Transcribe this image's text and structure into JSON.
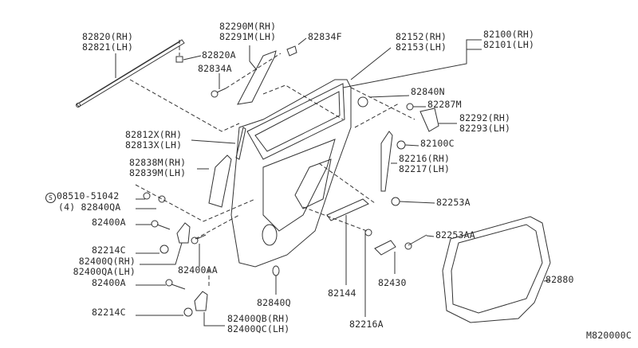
{
  "diagram_code": "M820000C",
  "parts": {
    "p82820": {
      "rh": "82820(RH)",
      "lh": "82821(LH)"
    },
    "p82290": {
      "rh": "82290M(RH)",
      "lh": "82291M(LH)"
    },
    "p82834F": "82834F",
    "p82820A": "82820A",
    "p82834A": "82834A",
    "p82152": {
      "rh": "82152(RH)",
      "lh": "82153(LH)"
    },
    "p82100": {
      "rh": "82100(RH)",
      "lh": "82101(LH)"
    },
    "p82840N": "82840N",
    "p82287M": "82287M",
    "p82292": {
      "rh": "82292(RH)",
      "lh": "82293(LH)"
    },
    "p82100C": "82100C",
    "p82216": {
      "rh": "82216(RH)",
      "lh": "82217(LH)"
    },
    "p82253A": "82253A",
    "p82253AA": "82253AA",
    "p82812X": {
      "rh": "82812X(RH)",
      "lh": "82813X(LH)"
    },
    "p82838M": {
      "rh": "82838M(RH)",
      "lh": "82839M(LH)"
    },
    "p08510": {
      "symbol": "S",
      "number": "08510-51042",
      "qty": "(4)"
    },
    "p82840QA": "82840QA",
    "p82400A_1": "82400A",
    "p82214C_1": "82214C",
    "p82400Q": {
      "rh": "82400Q(RH)",
      "lh": "82400QA(LH)"
    },
    "p82400AA": "82400AA",
    "p82400A_2": "82400A",
    "p82840Q": "82840Q",
    "p82144": "82144",
    "p82430": "82430",
    "p82880": "82880",
    "p82214C_2": "82214C",
    "p82400QB": {
      "rh": "82400QB(RH)",
      "lh": "82400QC(LH)"
    },
    "p82216A": "82216A"
  }
}
